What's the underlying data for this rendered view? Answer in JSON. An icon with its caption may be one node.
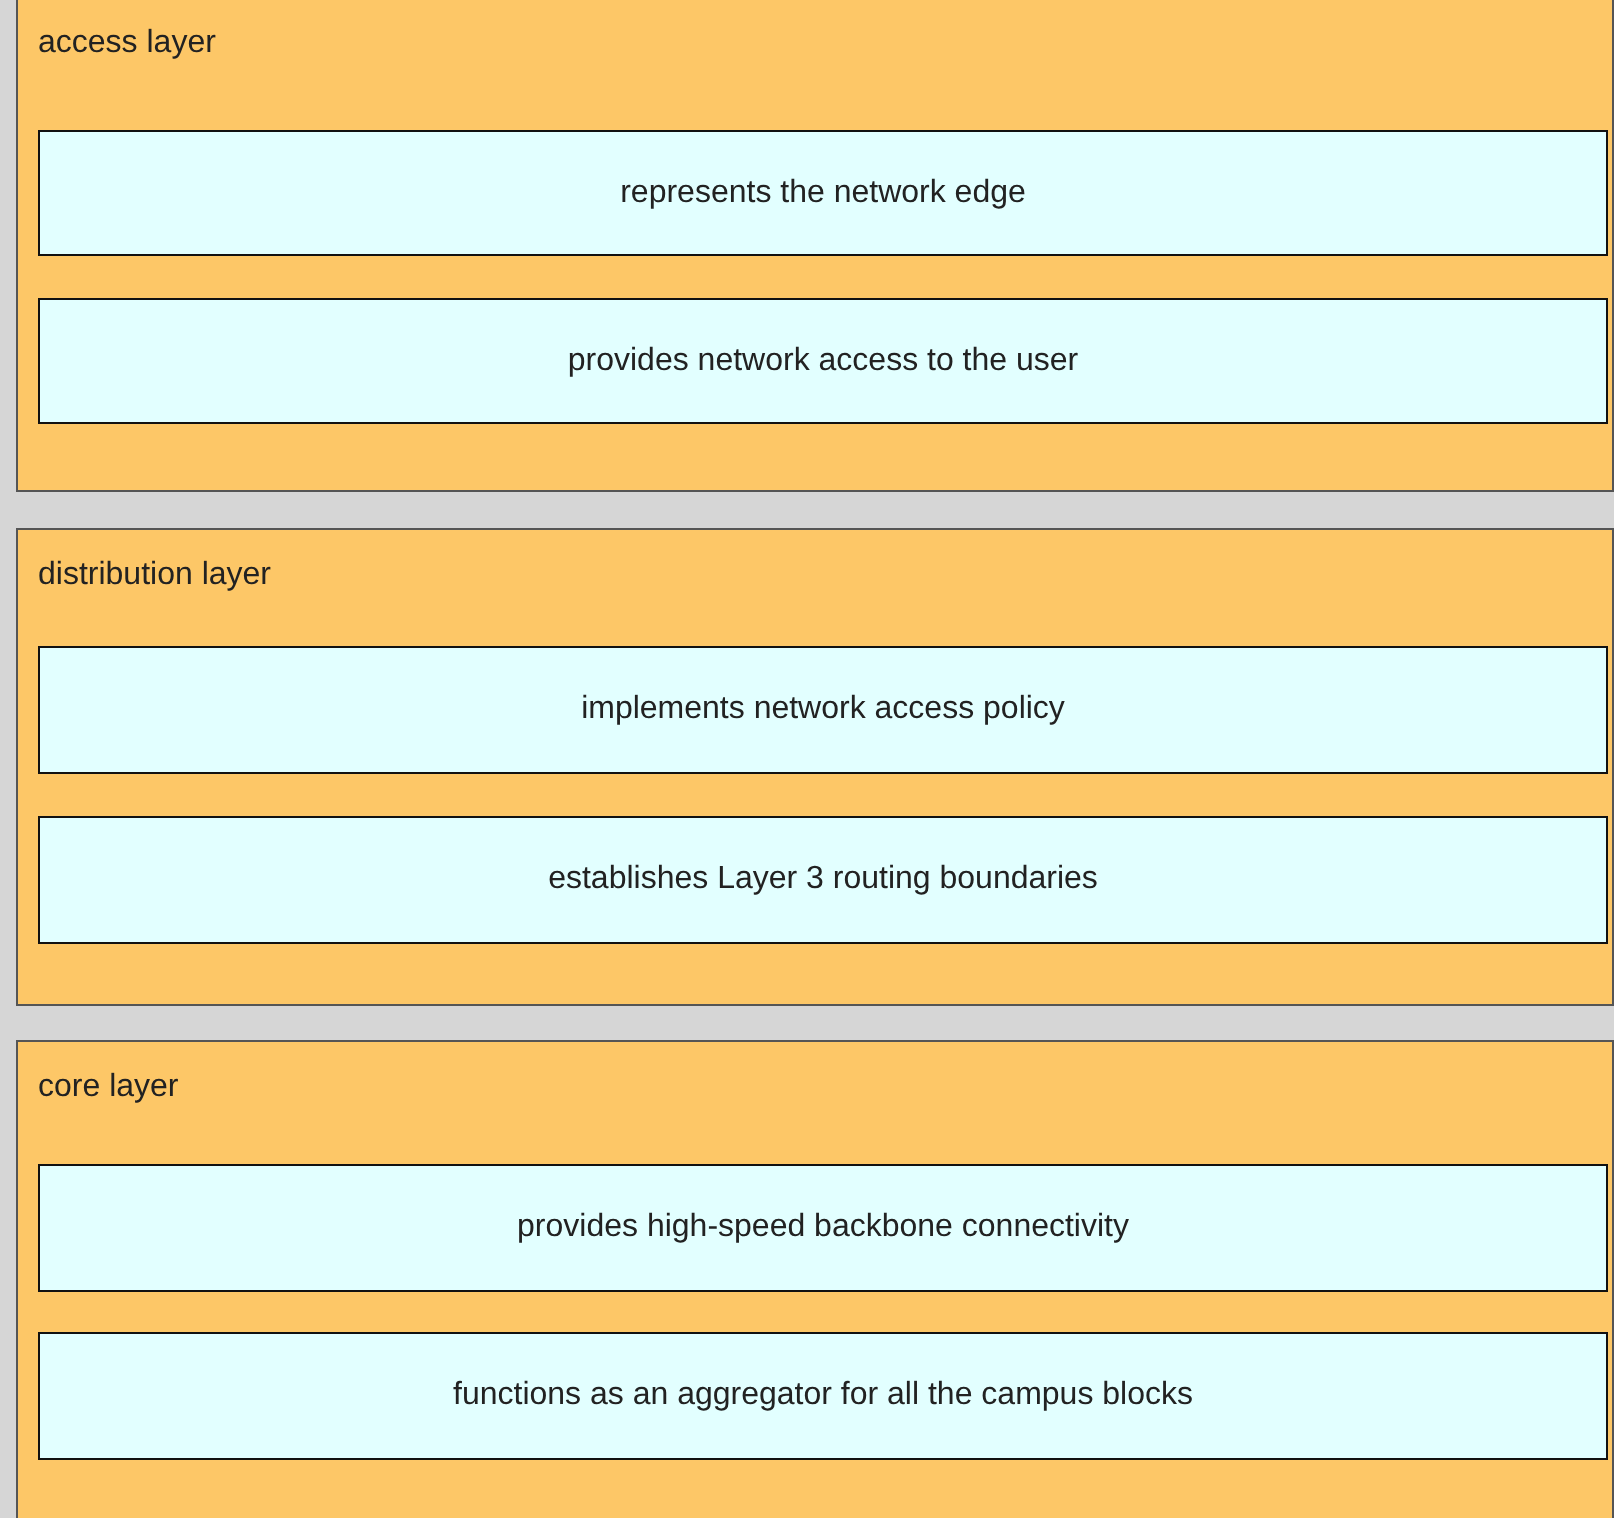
{
  "diagram": {
    "nodes": [
      {
        "text": [
          "access layer"
        ]
      },
      {
        "text": [
          "represents the network edge"
        ],
        "in": 0
      },
      {
        "text": [
          "provides network access to the user"
        ],
        "in": 0
      },
      {
        "text": [
          "distribution layer"
        ]
      },
      {
        "text": [
          "implements network access policy"
        ],
        "in": 3
      },
      {
        "text": [
          "establishes Layer 3 routing boundaries"
        ],
        "in": 3
      },
      {
        "text": [
          "core layer"
        ]
      },
      {
        "text": [
          "provides high-speed backbone connectivity"
        ],
        "in": 6
      },
      {
        "text": [
          "functions as an aggregator for all the campus blocks"
        ],
        "in": 6
      }
    ]
  }
}
